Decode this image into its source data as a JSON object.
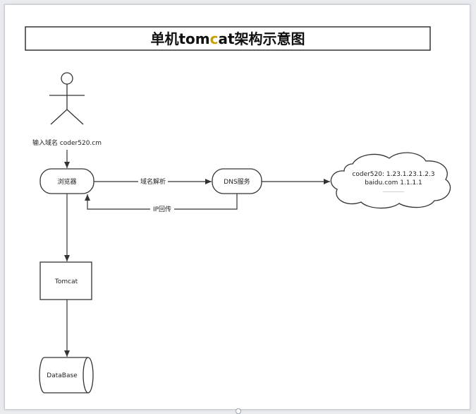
{
  "diagram": {
    "title_part1": "单机tom",
    "title_highlight": "c",
    "title_part2": "at架构示意图",
    "actor_label": "输入域名 coder520.cm",
    "browser_label": "浏览器",
    "dns_label": "DNS服务",
    "tomcat_label": "Tomcat",
    "database_label": "DataBase",
    "edge_dns_resolve": "域名解析",
    "edge_ip_return": "IP回传",
    "cloud_line1": "coder520: 1.23.1.23.1.2.3",
    "cloud_line2": "baidu.com 1.1.1.1",
    "cloud_line3": "……………"
  },
  "colors": {
    "stroke": "#333333",
    "highlight": "#c8a000",
    "background": "#e9ebef",
    "canvas": "#ffffff"
  }
}
